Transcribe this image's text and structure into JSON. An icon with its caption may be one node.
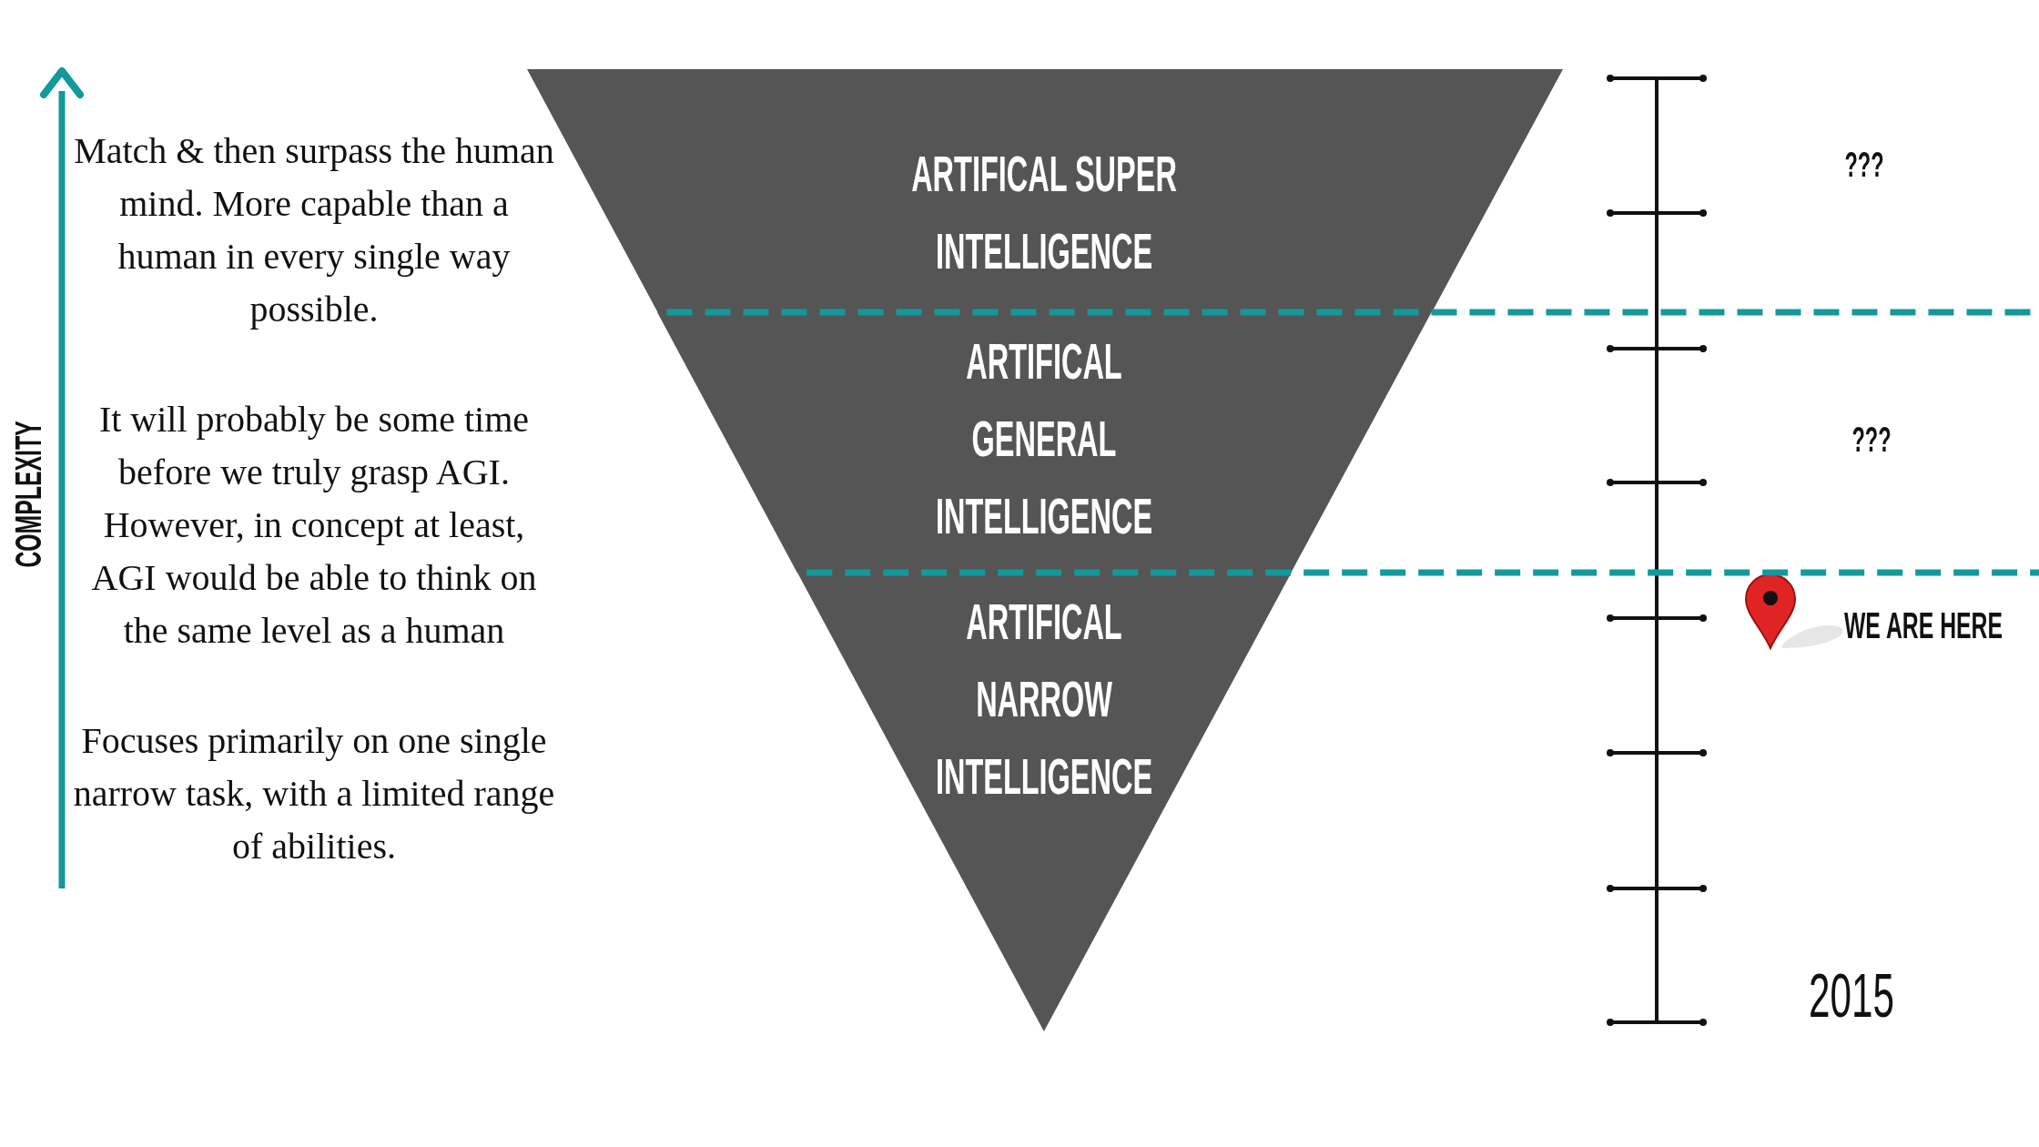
{
  "diagram": {
    "nodes": [
      {
        "text": [
          "ARTIFICAL SUPER INTELLIGENCE"
        ]
      },
      {
        "text": [
          "ARTIFICAL GENERAL INTELLIGENCE"
        ]
      },
      {
        "text": [
          "ARTIFICAL NARROW INTELLIGENCE"
        ]
      }
    ],
    "labels": [
      "COMPLEXITY",
      "Match & then surpass the human mind. More capable than a human in every single way possible.",
      "It will probably be some time before we truly grasp AGI. However, in concept at least, AGI would be able to think on the same level as a human",
      "Focuses primarily on one single narrow task, with a limited range of abilities.",
      "???",
      "???",
      "WE ARE HERE",
      "2015"
    ]
  }
}
